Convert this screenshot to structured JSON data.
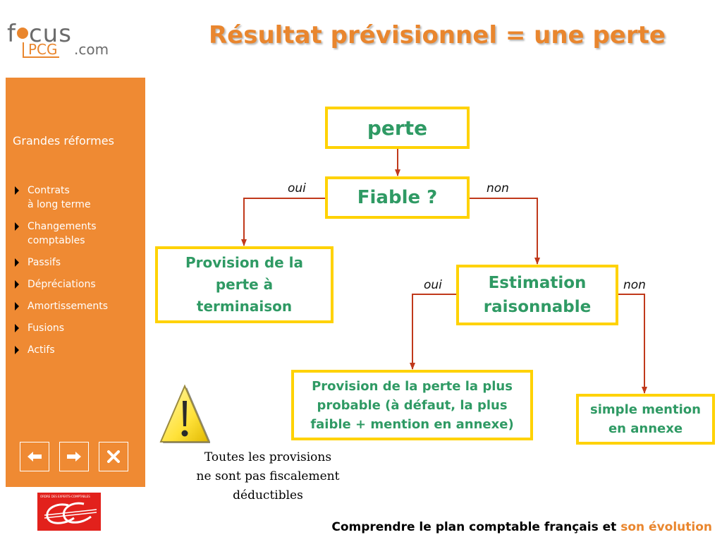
{
  "logo": {
    "focus": "focus",
    "pcg": "PCG",
    "com": ".com"
  },
  "title": "Résultat prévisionnel = une perte",
  "sidebar": {
    "title": "Grandes réformes",
    "items": [
      {
        "label": "Contrats\nà long terme"
      },
      {
        "label": "Changements\ncomptables"
      },
      {
        "label": "Passifs"
      },
      {
        "label": "Dépréciations"
      },
      {
        "label": "Amortissements"
      },
      {
        "label": "Fusions"
      },
      {
        "label": " Actifs"
      }
    ],
    "nav": {
      "prev_icon": "arrow-left-icon",
      "next_icon": "arrow-right-icon",
      "close_icon": "close-icon"
    }
  },
  "flowchart": {
    "perte": "perte",
    "fiable": "Fiable ?",
    "provision_terminaison": "Provision de la\nperte à\nterminaison",
    "estimation": "Estimation\nraisonnable",
    "provision_probable": "Provision de la perte la plus\nprobable (à défaut, la plus\nfaible + mention en annexe)",
    "mention_annexe": "simple mention\nen annexe",
    "label_oui_1": "oui",
    "label_non_1": "non",
    "label_oui_2": "oui",
    "label_non_2": "non"
  },
  "warning": {
    "icon": "warning-icon",
    "text": "Toutes les provisions\nne sont pas fiscalement\ndéductibles"
  },
  "oec_logo": {
    "caption": "ORDRE DES EXPERTS-COMPTABLES"
  },
  "footer": {
    "main": "Comprendre le plan comptable français et",
    "accent": "son évolution"
  },
  "colors": {
    "orange": "#ef8a33",
    "title_orange": "#e9862e",
    "box_border": "#ffd200",
    "box_text": "#2f9a64",
    "connector": "#c0391b"
  }
}
